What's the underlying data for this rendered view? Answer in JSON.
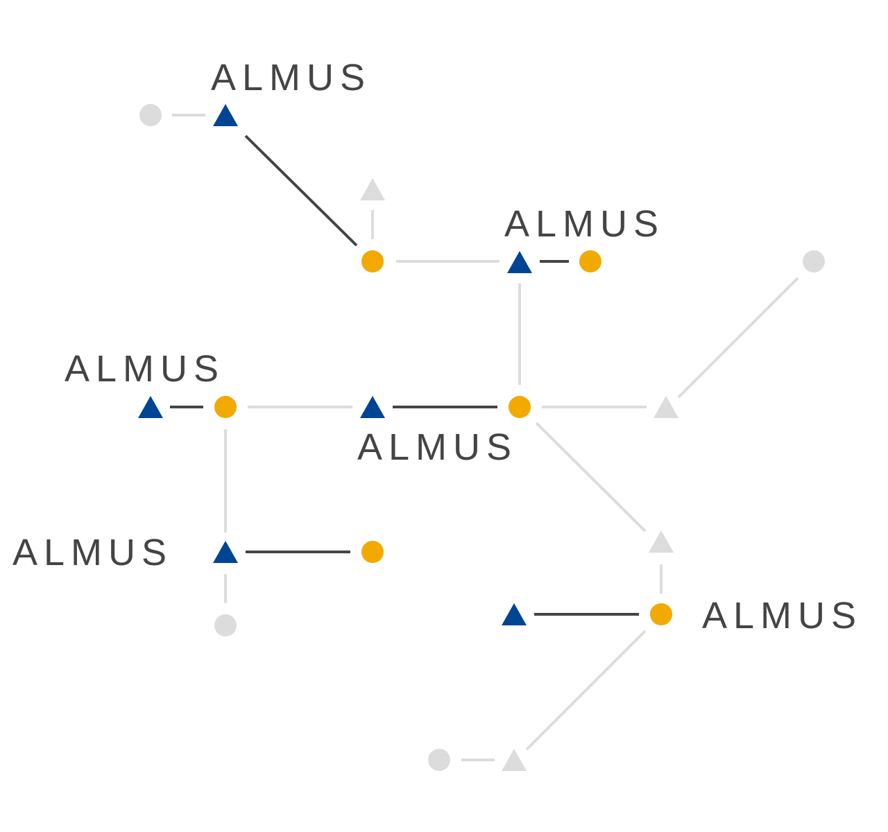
{
  "diagram": {
    "colors": {
      "accent_blue": "#004494",
      "accent_orange": "#F2A900",
      "muted_gray": "#DCDCDC",
      "active_line": "#444444",
      "text": "#444444"
    },
    "node_kinds": [
      "triangle",
      "circle"
    ],
    "labels": [
      {
        "id": "label-1",
        "text": "ALMUS"
      },
      {
        "id": "label-2",
        "text": "ALMUS"
      },
      {
        "id": "label-3",
        "text": "ALMUS"
      },
      {
        "id": "label-4",
        "text": "ALMUS"
      },
      {
        "id": "label-5",
        "text": "ALMUS"
      },
      {
        "id": "label-6",
        "text": "ALMUS"
      }
    ]
  }
}
